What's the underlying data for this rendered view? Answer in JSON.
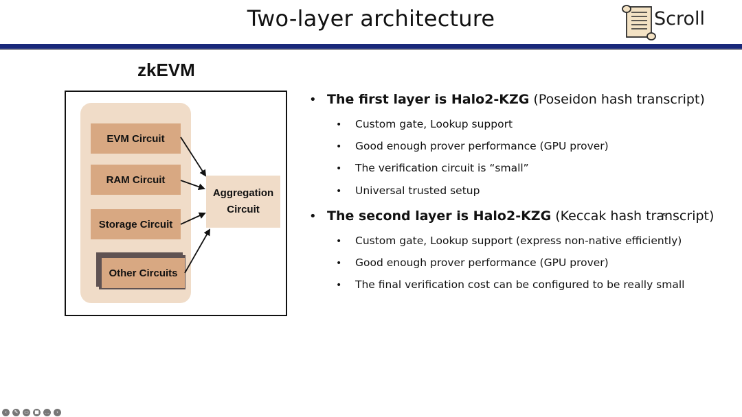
{
  "slide": {
    "title": "Two-layer architecture",
    "logo_text": "Scroll"
  },
  "diagram": {
    "label": "zkEVM",
    "circuits": [
      {
        "label": "EVM Circuit"
      },
      {
        "label": "RAM Circuit"
      },
      {
        "label": "Storage Circuit"
      },
      {
        "label": "Other Circuits"
      }
    ],
    "aggregation": {
      "line1": "Aggregation",
      "line2": "Circuit"
    },
    "colors": {
      "panel": "#f0dcc8",
      "circuit": "#d8a882",
      "rule": "#19287a"
    }
  },
  "bullets": [
    {
      "strong": "The first layer is Halo2-KZG",
      "rest": " (Poseidon hash transcript)",
      "subs": [
        "Custom gate, Lookup support",
        "Good enough prover performance (GPU prover)",
        "The verification circuit is “small”",
        "Universal trusted setup"
      ]
    },
    {
      "strong": "The second layer is Halo2-KZG",
      "rest": " (Keccak hash transcript)",
      "subs": [
        "Custom gate, Lookup support (express non-native efficiently)",
        "Good enough prover performance (GPU prover)",
        "The final verification cost can be configured to be really small"
      ]
    }
  ],
  "player_controls": [
    "back-icon",
    "pen-icon",
    "captions-icon",
    "camera-icon",
    "more-icon",
    "forward-icon"
  ]
}
